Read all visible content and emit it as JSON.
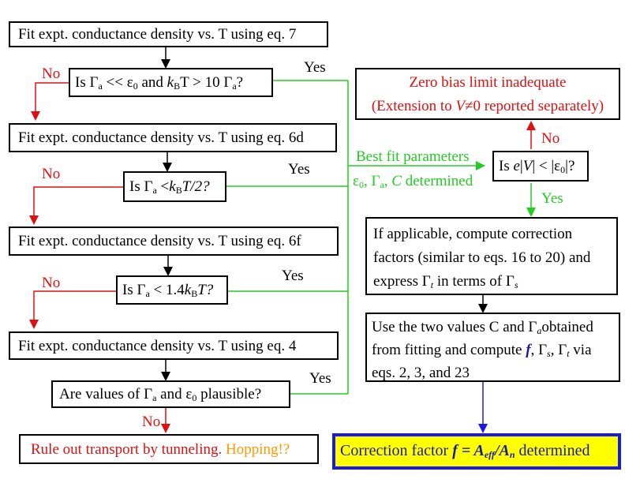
{
  "boxes": {
    "fit_eq7": "Fit expt. conductance density vs. T using eq. 7",
    "fit_eq6d": "Fit expt. conductance density vs. T using eq. 6d",
    "fit_eq6f": "Fit expt. conductance density vs. T using eq. 6f",
    "fit_eq4": "Fit expt. conductance density vs. T using eq. 4",
    "q1": {
      "p1": "Is Γ",
      "s1": "a",
      "p2": " << ε",
      "s2": "0",
      "p3": " and ",
      "k": "k",
      "s3": "B",
      "p4": "T > 10 Γ",
      "s4": "a",
      "p5": "?"
    },
    "q2": {
      "p1": "Is Γ",
      "s1": "a",
      "p2": " <",
      "k": "k",
      "s2": "B",
      "p3": "T/2?"
    },
    "q3": {
      "p1": "Is Γ",
      "s1": "a",
      "p2": " < 1.4",
      "k": "k",
      "s2": "B",
      "p3": "T?"
    },
    "q4": {
      "p1": "Are values of Γ",
      "s1": "a",
      "p2": " and ε",
      "s2": "0",
      "p3": " plausible?"
    },
    "rule_out": {
      "red": "Rule out transport by tunneling. ",
      "orange": "Hopping!?"
    },
    "zero_bias": {
      "line1": "Zero bias limit inadequate",
      "line2a": "(Extension to ",
      "line2v": "V",
      "line2b": "≠0 reported separately)"
    },
    "is_eV": {
      "p1": "Is ",
      "e": "e",
      "p2": "|",
      "v": "V",
      "p3": "| < |ε",
      "s": "0",
      "p4": "|?"
    },
    "correction_box": {
      "l1": "If applicable, compute correction",
      "l2": "factors (similar to eqs. 16 to 20) and",
      "l3a": "express Γ",
      "l3s1": "t",
      "l3b": "  in terms of Γ",
      "l3s2": "s"
    },
    "use_values": {
      "l1a": "Use the two values C and Γ",
      "l1s": "a",
      "l1b": "obtained",
      "l2a": "from fitting and compute ",
      "l2f": "f",
      "l2b": ", Γ",
      "l2s1": "s",
      "l2c": ", Γ",
      "l2s2": "t",
      "l2d": " via",
      "l3": "eqs. 2, 3, and 23"
    },
    "final": {
      "p1": "Correction factor ",
      "f1": "f = A",
      "s1": "eff",
      "f2": "/A",
      "s2": "n",
      "p2": " determined"
    }
  },
  "labels": {
    "yes": "Yes",
    "no": "No",
    "best_fit_1": "Best fit parameters",
    "best_fit_2": {
      "e": "ε",
      "s1": "0",
      "g": ", Γ",
      "s2": "a",
      "c": ", ",
      "C": "C",
      "d": " determined"
    }
  },
  "colors": {
    "no_red": "#e01010",
    "yes_green": "#22cc22",
    "hopping_orange": "#ff9900",
    "final_border": "#1a1ae6",
    "final_text": "#1a1aa8",
    "final_bg": "#ffff00"
  }
}
